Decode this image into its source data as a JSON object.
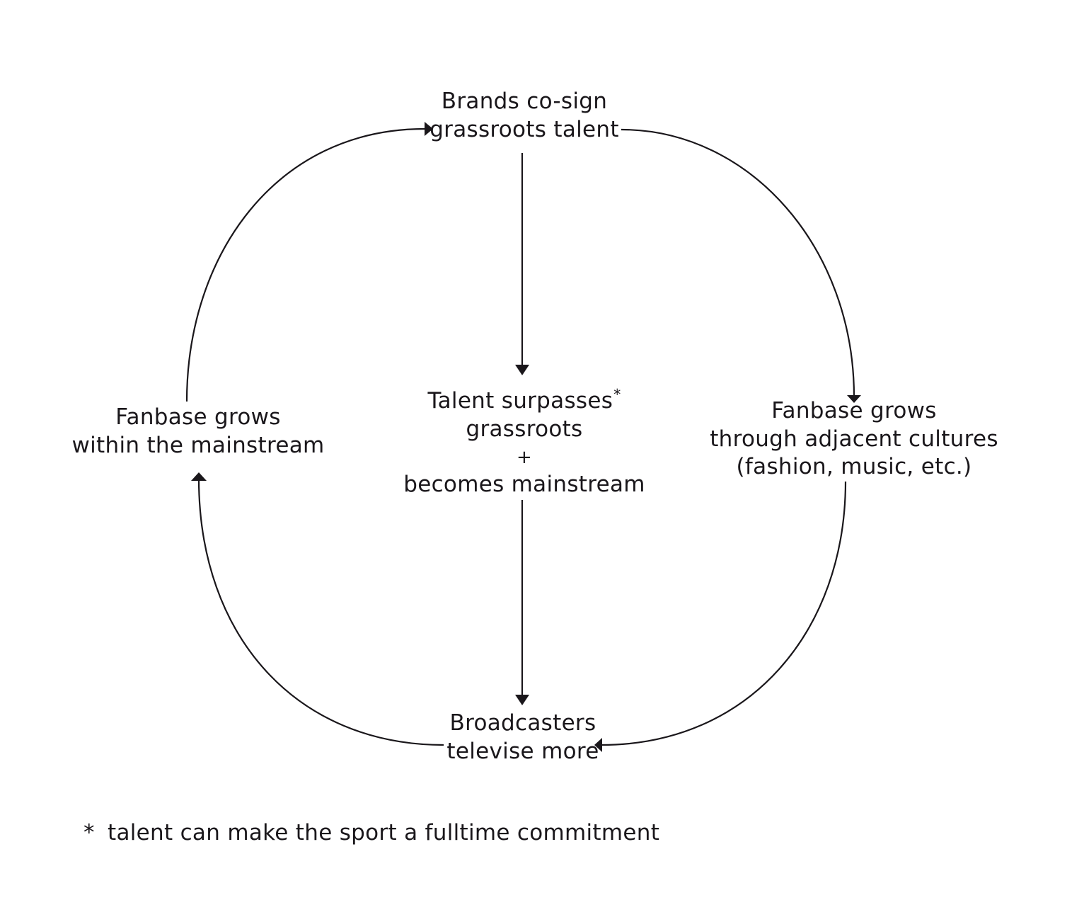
{
  "nodes": {
    "brands": {
      "line1": "Brands co-sign",
      "line2": "grassroots talent"
    },
    "talent": {
      "line1": "Talent surpasses",
      "marker": "*",
      "line2": "grassroots",
      "plus": "+",
      "line3": "becomes mainstream"
    },
    "fan_right": {
      "line1": "Fanbase grows",
      "line2": "through adjacent cultures",
      "line3": "(fashion, music, etc.)"
    },
    "fan_left": {
      "line1": "Fanbase grows",
      "line2": "within the mainstream"
    },
    "broadcasters": {
      "line1": "Broadcasters",
      "line2": "televise more"
    }
  },
  "footnote": {
    "marker": "*",
    "text": "talent can make the sport a fulltime commitment"
  },
  "colors": {
    "line": "#1a171b",
    "text": "#1a171b",
    "background": "#ffffff"
  }
}
